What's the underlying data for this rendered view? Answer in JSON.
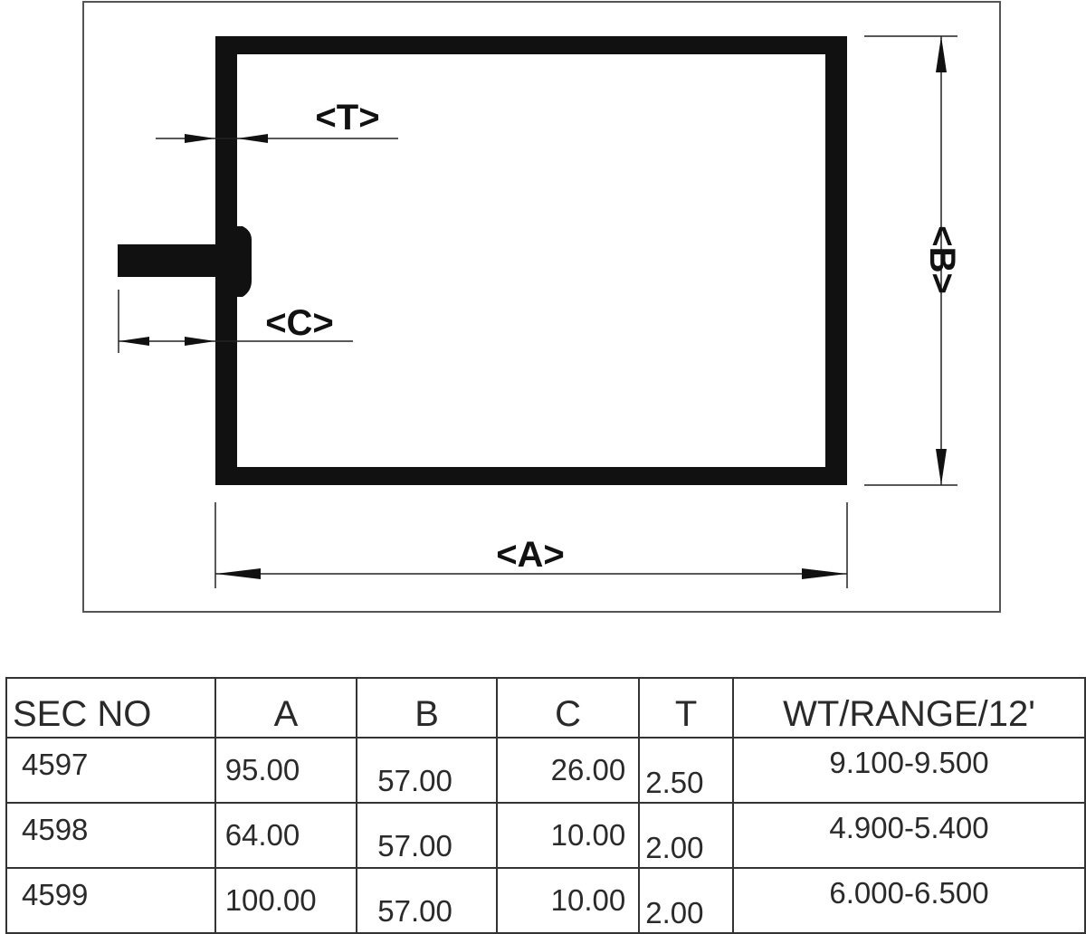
{
  "drawing": {
    "labels": {
      "t": "<T>",
      "c": "<C>",
      "b": "<B>",
      "a": "<A>"
    }
  },
  "table": {
    "headers": [
      "SEC NO",
      "A",
      "B",
      "C",
      "T",
      "WT/RANGE/12'"
    ],
    "rows": [
      [
        "4597",
        "95.00",
        "57.00",
        "26.00",
        "2.50",
        "9.100-9.500"
      ],
      [
        "4598",
        "64.00",
        "57.00",
        "10.00",
        "2.00",
        "4.900-5.400"
      ],
      [
        "4599",
        "100.00",
        "57.00",
        "10.00",
        "2.00",
        "6.000-6.500"
      ]
    ]
  }
}
